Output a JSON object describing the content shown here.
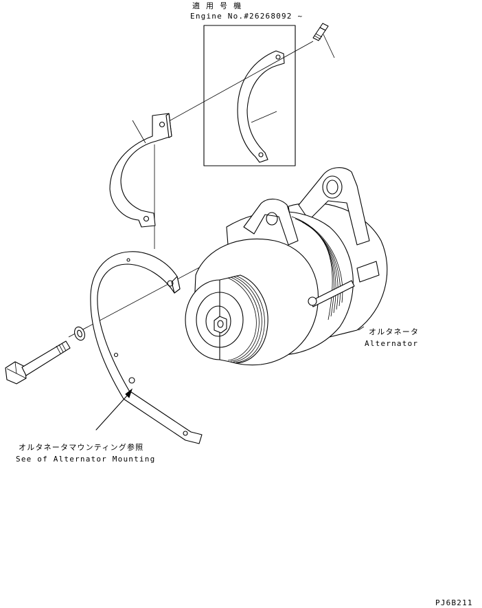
{
  "inset": {
    "heading_jp": "適 用 号 機",
    "heading_en": "Engine No.#26268092 ~"
  },
  "callouts": {
    "alternator_jp": "オルタネータ",
    "alternator_en": "Alternator",
    "mounting_jp": "オルタネータマウンティング参照",
    "mounting_en": "See of Alternator Mounting"
  },
  "drawing_code": "PJ6B211"
}
